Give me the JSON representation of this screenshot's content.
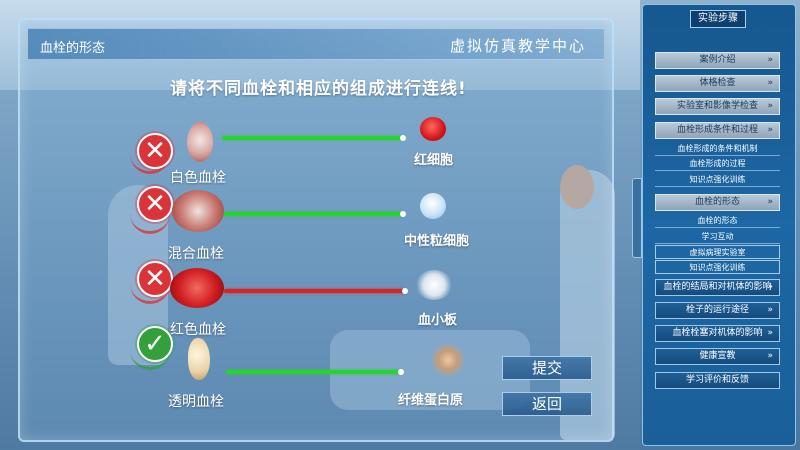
{
  "header": {
    "panel_title": "血栓的形态",
    "center_title": "虚拟仿真教学中心"
  },
  "instruction": "请将不同血栓和相应的组成进行连线!",
  "rows": [
    {
      "thrombus": "白色血栓",
      "component": "红细胞",
      "result": "wrong",
      "line_color": "#27d42d"
    },
    {
      "thrombus": "混合血栓",
      "component": "中性粒细胞",
      "result": "wrong",
      "line_color": "#27d42d"
    },
    {
      "thrombus": "红色血栓",
      "component": "血小板",
      "result": "wrong",
      "line_color": "#d92222"
    },
    {
      "thrombus": "透明血栓",
      "component": "纤维蛋白原",
      "result": "correct",
      "line_color": "#27d42d"
    }
  ],
  "actions": {
    "submit": "提交",
    "back": "返回"
  },
  "sidebar": {
    "title": "实验步骤",
    "sections": [
      {
        "label": "案例介绍",
        "chevron": "»"
      },
      {
        "label": "体格检查",
        "chevron": "»"
      },
      {
        "label": "实验室和影像学检查",
        "chevron": "»"
      },
      {
        "label": "血栓形成条件和过程",
        "chevron": "»",
        "sub": [
          "血栓形成的条件和机制",
          "血栓形成的过程",
          "知识点强化训练"
        ]
      },
      {
        "label": "血栓的形态",
        "chevron": "»",
        "sub": [
          "血栓的形态",
          "学习互动",
          "虚拟病理实验室",
          "知识点强化训练"
        ]
      },
      {
        "label": "血栓的结局和对机体的影响",
        "chevron": "»"
      },
      {
        "label": "栓子的运行途径",
        "chevron": "»"
      },
      {
        "label": "血栓栓塞对机体的影响",
        "chevron": "»"
      },
      {
        "label": "健康宣教",
        "chevron": "»"
      },
      {
        "label": "学习评价和反馈",
        "chevron": ""
      }
    ]
  },
  "colors": {
    "wrong": "#d9343a",
    "correct": "#33a03b",
    "sidebar_bg": "#1d67a4"
  }
}
